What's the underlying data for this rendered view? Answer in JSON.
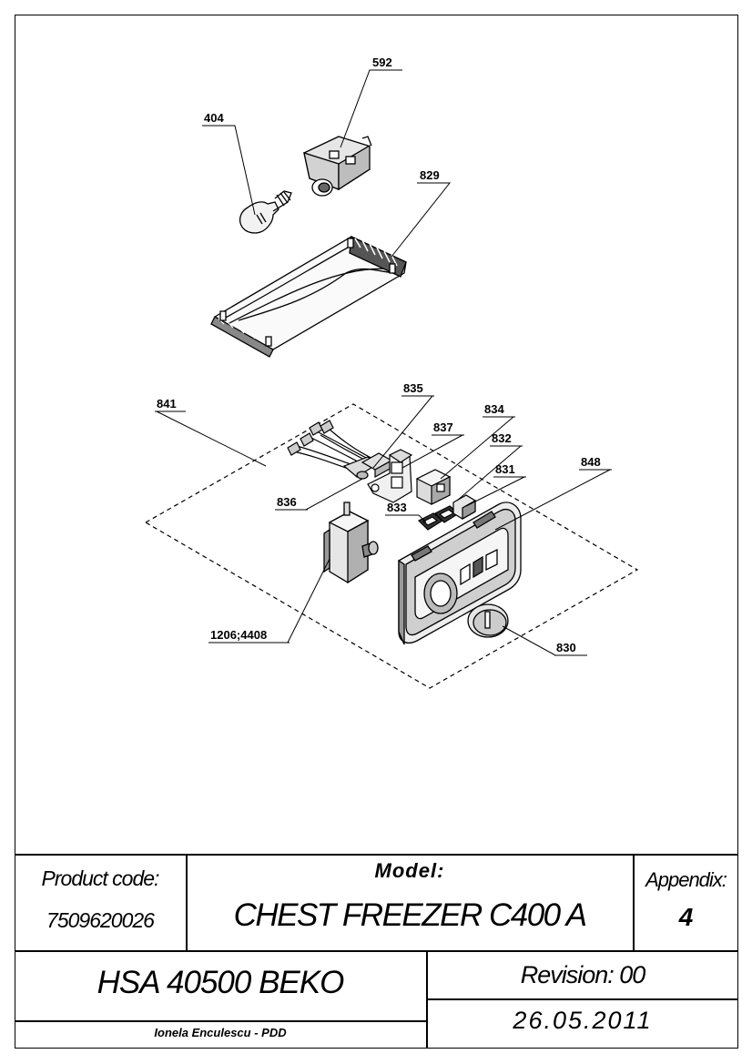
{
  "drawing": {
    "part_labels": [
      "592",
      "404",
      "829",
      "835",
      "841",
      "834",
      "837",
      "832",
      "848",
      "831",
      "836",
      "833",
      "1206;4408",
      "830"
    ]
  },
  "title_block": {
    "product_code_label": "Product code:",
    "product_code": "7509620026",
    "model_label": "Model:",
    "model": "CHEST FREEZER C400 A",
    "appendix_label": "Appendix:",
    "appendix": "4",
    "product_name": "HSA 40500 BEKO",
    "revision": "Revision: 00",
    "author": "Ionela Enculescu - PDD",
    "date": "26.05.2011"
  }
}
